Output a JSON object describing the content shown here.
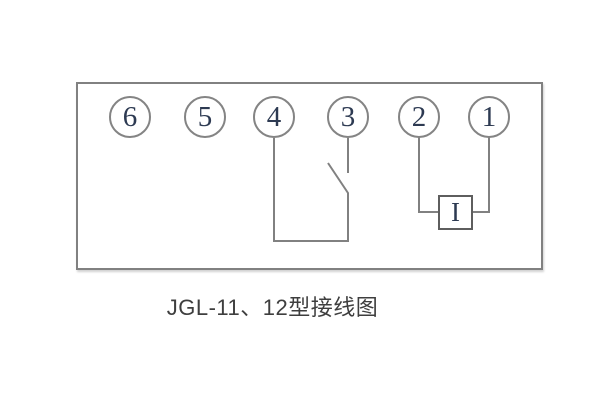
{
  "diagram": {
    "caption": "JGL-11、12型接线图",
    "terminals": [
      "6",
      "5",
      "4",
      "3",
      "2",
      "1"
    ],
    "component_label": "I",
    "colors": {
      "wire": "#818181",
      "circle_stroke": "#848484",
      "component_box_stroke": "#5e5e5e",
      "digit": "#2d3a52",
      "caption_text": "#3e3e3e",
      "background": "#ffffff"
    }
  }
}
